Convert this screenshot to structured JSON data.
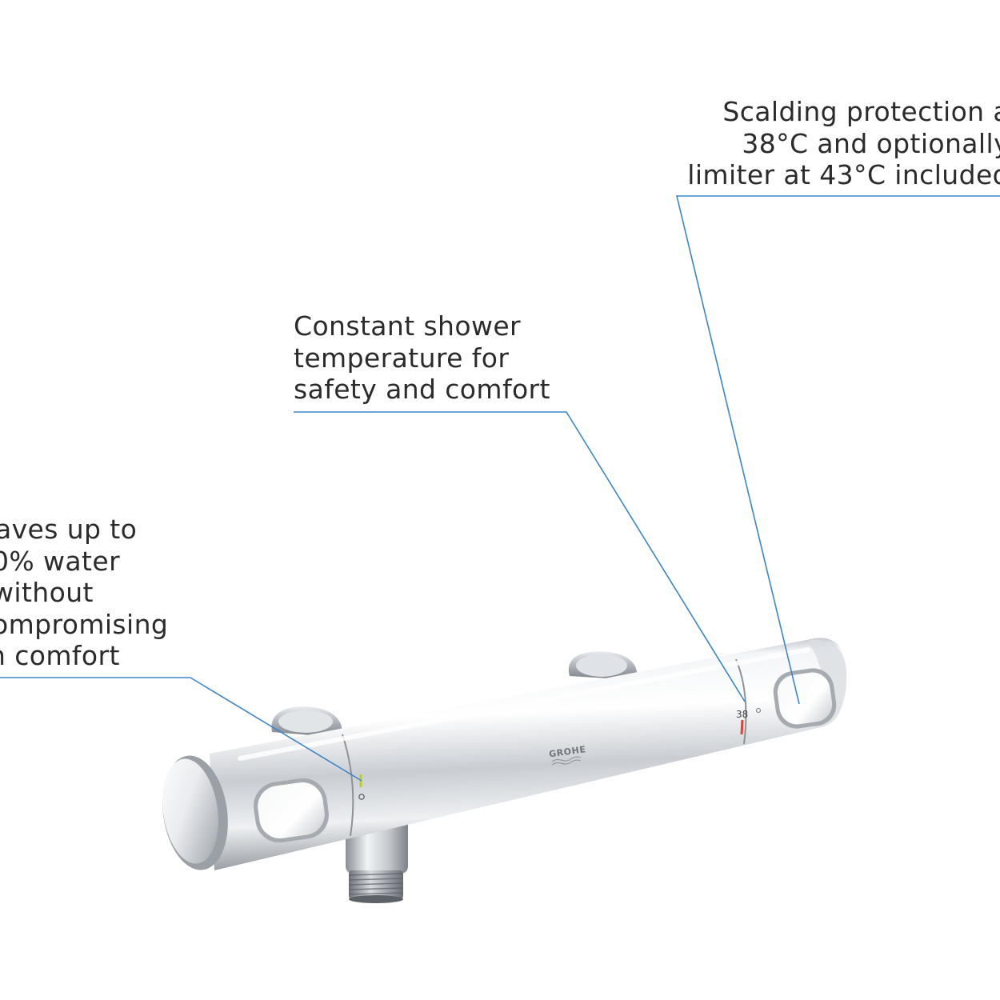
{
  "callouts": {
    "scalding": {
      "lines": [
        "Scalding protection a",
        "38°C and optionally",
        "limiter at 43°C included"
      ]
    },
    "constant": {
      "lines": [
        "Constant shower",
        "temperature for",
        "safety and comfort"
      ]
    },
    "saving": {
      "lines": [
        "aves up to",
        "0% water",
        "without",
        "ompromising",
        "n comfort"
      ]
    }
  },
  "product": {
    "brand_mark": "GROHE",
    "dial_value": "38"
  },
  "colors": {
    "leader_line": "#3a86c8",
    "chrome_dark": "#7e848b",
    "chrome_light": "#f4f6f8",
    "hot_marker": "#d4463b",
    "eco_marker": "#b8cf2e"
  }
}
